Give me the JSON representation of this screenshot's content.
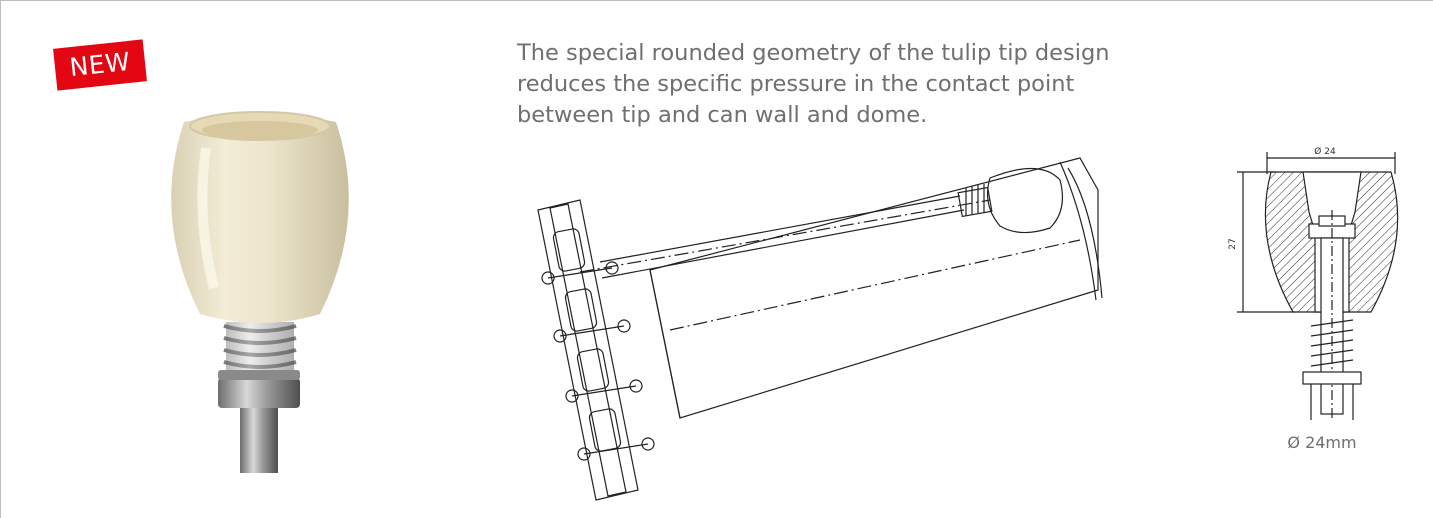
{
  "badge": {
    "label": "NEW",
    "color": "#e30613"
  },
  "description": "The special rounded geometry of the tulip tip design reduces the specific pressure in the contact point between tip and can wall and dome.",
  "section_drawing": {
    "diameter_label": "Ø 24",
    "height_label": "27",
    "caption": "Ø 24mm"
  },
  "icons": {
    "photo": "tulip-tip-product-photo",
    "assembly": "chain-can-assembly-drawing",
    "section": "tip-cross-section-drawing"
  }
}
